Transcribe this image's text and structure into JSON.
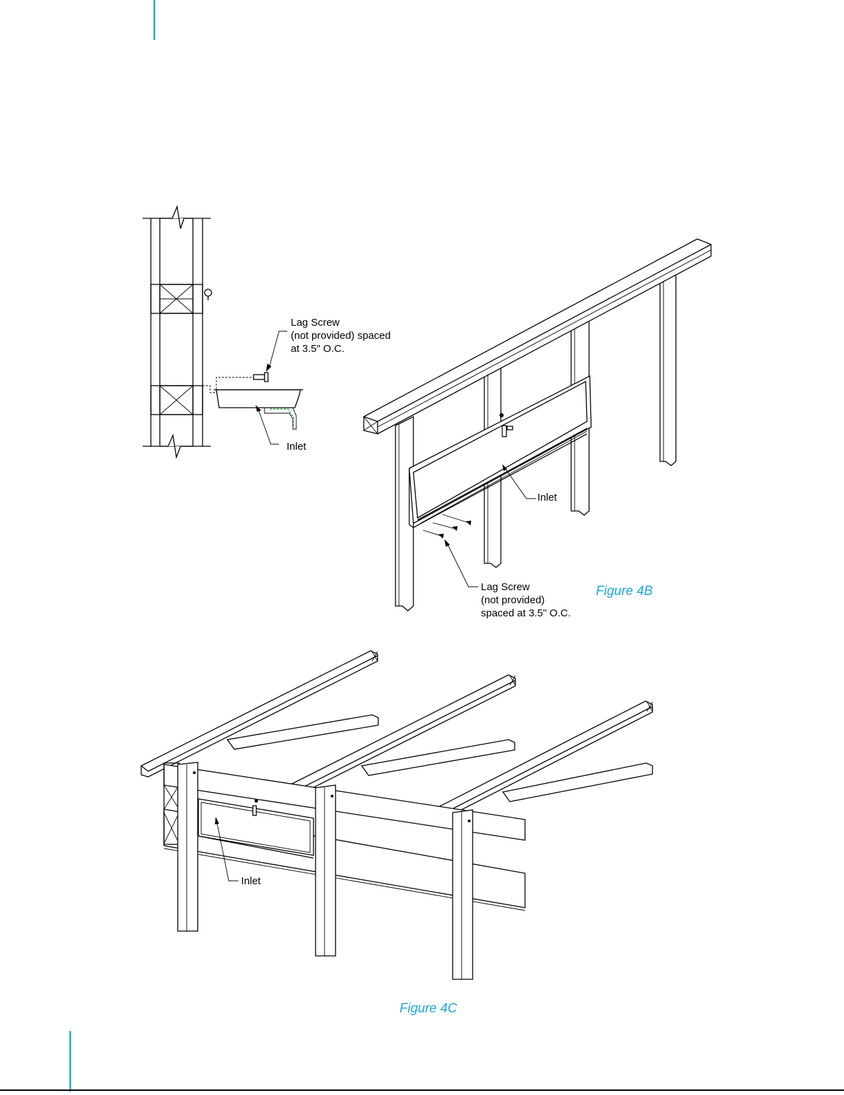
{
  "colors": {
    "accent": "#1ea7d8",
    "line": "#000000",
    "background": "#ffffff"
  },
  "detail_section": {
    "lag_screw_label": [
      "Lag Screw",
      "(not provided) spaced",
      "at 3.5\" O.C."
    ],
    "inlet_label": "Inlet"
  },
  "figure_4b": {
    "caption": "Figure 4B",
    "inlet_label": "Inlet",
    "lag_screw_label": [
      "Lag Screw",
      "(not provided)",
      "spaced at 3.5\" O.C."
    ]
  },
  "figure_4c": {
    "caption": "Figure 4C",
    "inlet_label": "Inlet"
  }
}
